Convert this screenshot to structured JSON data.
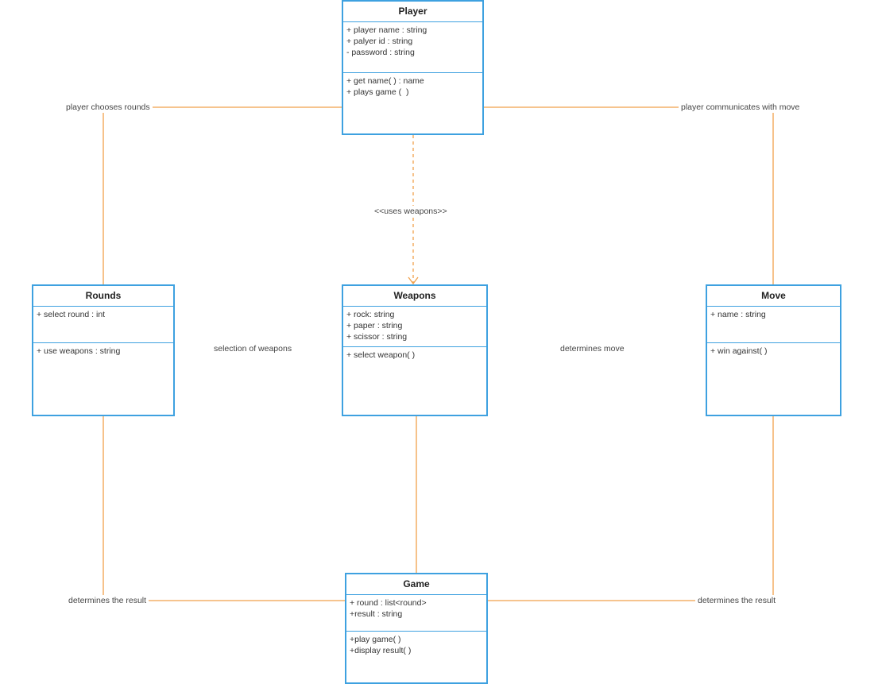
{
  "classes": {
    "player": {
      "name": "Player",
      "attributes": [
        "+ player name : string",
        "+ palyer id : string",
        "- password : string"
      ],
      "methods": [
        "+ get name( ) : name",
        "+ plays game (  )"
      ]
    },
    "rounds": {
      "name": "Rounds",
      "attributes": [
        "+ select round : int"
      ],
      "methods": [
        "+ use weapons : string"
      ]
    },
    "weapons": {
      "name": "Weapons",
      "attributes": [
        "+ rock: string",
        "+ paper : string",
        "+ scissor : string"
      ],
      "methods": [
        "+ select weapon( )"
      ]
    },
    "move": {
      "name": "Move",
      "attributes": [
        "+ name : string"
      ],
      "methods": [
        "+ win against( )"
      ]
    },
    "game": {
      "name": "Game",
      "attributes": [
        "+ round : list<round>",
        "+result : string"
      ],
      "methods": [
        "+play game( )",
        "+display result( )"
      ]
    }
  },
  "relations": {
    "player_rounds": "player chooses rounds",
    "player_move": "player communicates with move",
    "player_weapons": "<<uses weapons>>",
    "rounds_weapons": "selection of weapons",
    "weapons_move": "determines move",
    "rounds_game": "determines the result",
    "move_game": "determines the result"
  },
  "colors": {
    "class_border": "#3ea1e0",
    "connector": "#f0a04b"
  }
}
